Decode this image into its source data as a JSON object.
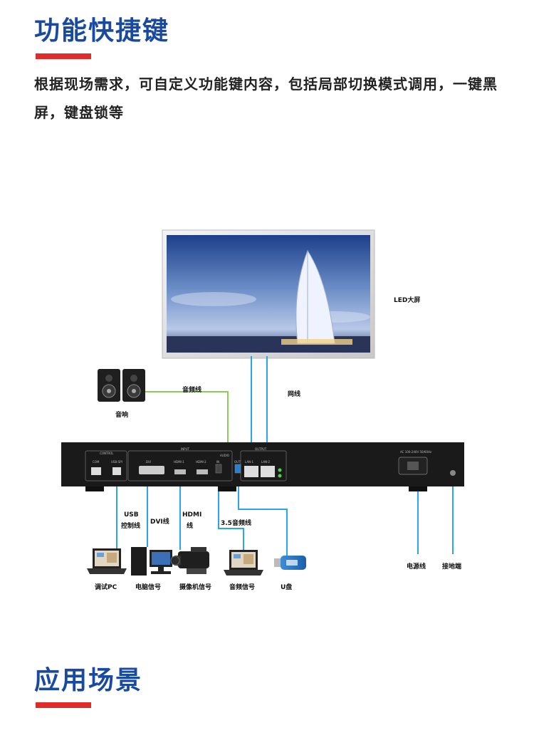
{
  "section1": {
    "title": "功能快捷键",
    "description": "根据现场需求，可自定义功能键内容，包括局部切换模式调用，一键黑屏，键盘锁等"
  },
  "diagram": {
    "screen_label": "LED大屏",
    "speaker_label": "音响",
    "audio_cable_label": "音频线",
    "network_cable_label": "网线",
    "usb_cable_label_1": "USB",
    "usb_cable_label_2": "控制线",
    "dvi_cable_label": "DVI线",
    "hdmi_cable_label_1": "HDMI",
    "hdmi_cable_label_2": "线",
    "audio35_cable_label": "3.5音频线",
    "power_cable_label": "电源线",
    "ground_label": "接地端",
    "devices": {
      "debug_pc": "调试PC",
      "computer_signal": "电脑信号",
      "camera_signal": "摄像机信号",
      "audio_signal": "音频信号",
      "usb_disk": "U盘"
    },
    "panel": {
      "control": "CONTROL",
      "input": "INPUT",
      "audio": "AUDIO",
      "output": "OUTPUT",
      "com": "COM",
      "usb_label": "USB-SPI",
      "dvi": "DVI",
      "hdmi1": "HDMI-1",
      "hdmi2": "HDMI-2",
      "audio_in": "IN",
      "audio_out": "OUT",
      "lan1": "LAN-1",
      "lan2": "LAN-2",
      "power_spec": "AC 100-240V 50/60Hz"
    }
  },
  "section2": {
    "title": "应用场景"
  },
  "colors": {
    "title": "#1a4aa0",
    "accent_bar": "#e02b2b",
    "blue_cable": "#2aa6e8",
    "green_cable": "#8dcc5c",
    "device_body": "#1a1a1a"
  }
}
